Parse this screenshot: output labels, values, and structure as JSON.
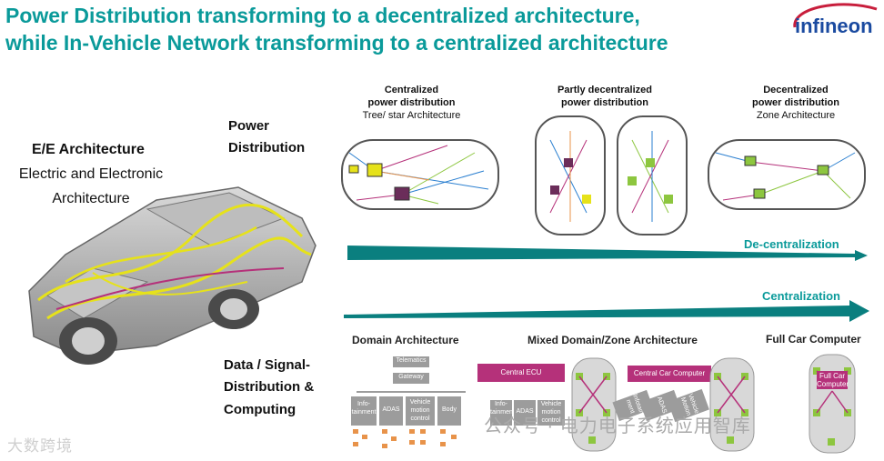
{
  "header": {
    "title_line1": "Power Distribution transforming to a decentralized architecture,",
    "title_line2": "while In-Vehicle Network transforming to a centralized architecture",
    "logo_text": "infineon"
  },
  "left": {
    "ee_title": "E/E Architecture",
    "ee_sub1": "Electric and Electronic",
    "ee_sub2": "Architecture",
    "power_label1": "Power",
    "power_label2": "Distribution",
    "data_label1": "Data / Signal-",
    "data_label2": "Distribution &",
    "data_label3": "Computing"
  },
  "power_row": {
    "centralized": {
      "title1": "Centralized",
      "title2": "power distribution",
      "sub": "Tree/ star Architecture"
    },
    "partly": {
      "title1": "Partly decentralized",
      "title2": "power distribution"
    },
    "decentralized": {
      "title1": "Decentralized",
      "title2": "power distribution",
      "sub": "Zone Architecture"
    },
    "arrow_label": "De-centralization"
  },
  "data_row": {
    "arrow_label": "Centralization",
    "domain": {
      "title": "Domain Architecture",
      "telematics": "Telematics",
      "gateway": "Gateway",
      "infotainment": "Info-\ntainment",
      "adas": "ADAS",
      "vmc": "Vehicle\nmotion\ncontrol",
      "body": "Body"
    },
    "mixed": {
      "title": "Mixed Domain/Zone Architecture",
      "central_ecu": "Central ECU",
      "central_car_computer": "Central Car Computer",
      "infotainment": "Info-\ntainment",
      "adas": "ADAS",
      "vmc": "Vehicle\nmotion\ncontrol",
      "infot_rot": "Infotain-\nment",
      "adas_rot": "ADAS",
      "vm_rot": "Vehicle\nMotion"
    },
    "full": {
      "title": "Full Car Computer",
      "box": "Full Car\nComputer"
    }
  },
  "watermark": {
    "left": "大数跨境",
    "center": "公众号 · 电力电子系统应用智库"
  },
  "colors": {
    "teal": "#0a9a9a",
    "magenta": "#b5317a",
    "green": "#8dc63f",
    "orange": "#e8934a",
    "gray": "#9c9c9c"
  }
}
